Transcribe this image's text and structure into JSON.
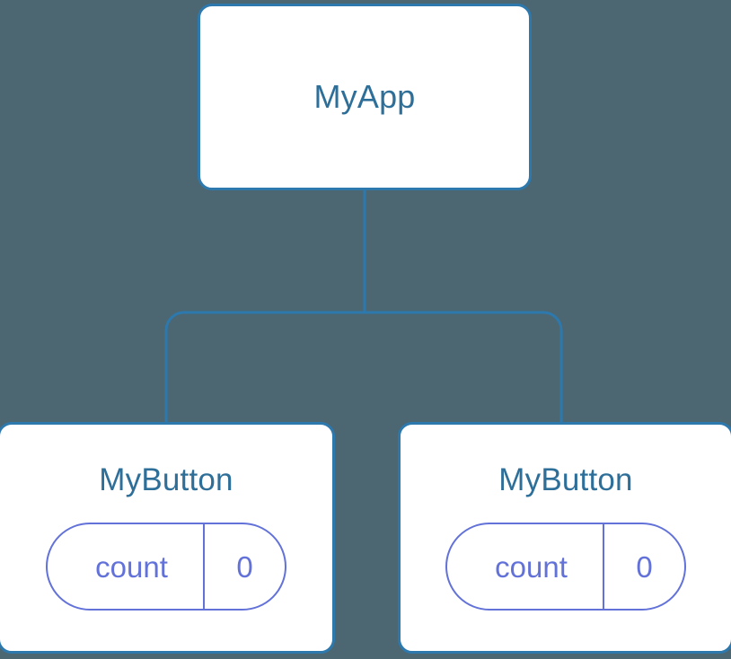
{
  "diagram": {
    "type": "component-tree",
    "background_color": "#4c6672",
    "node_border_color": "#2d79ae",
    "node_fill_color": "#ffffff",
    "title_color": "#2e6f99",
    "prop_color": "#6272d9",
    "edge_color": "#2d79ae",
    "root": {
      "title": "MyApp"
    },
    "children": [
      {
        "title": "MyButton",
        "prop_key": "count",
        "prop_value": "0"
      },
      {
        "title": "MyButton",
        "prop_key": "count",
        "prop_value": "0"
      }
    ]
  }
}
